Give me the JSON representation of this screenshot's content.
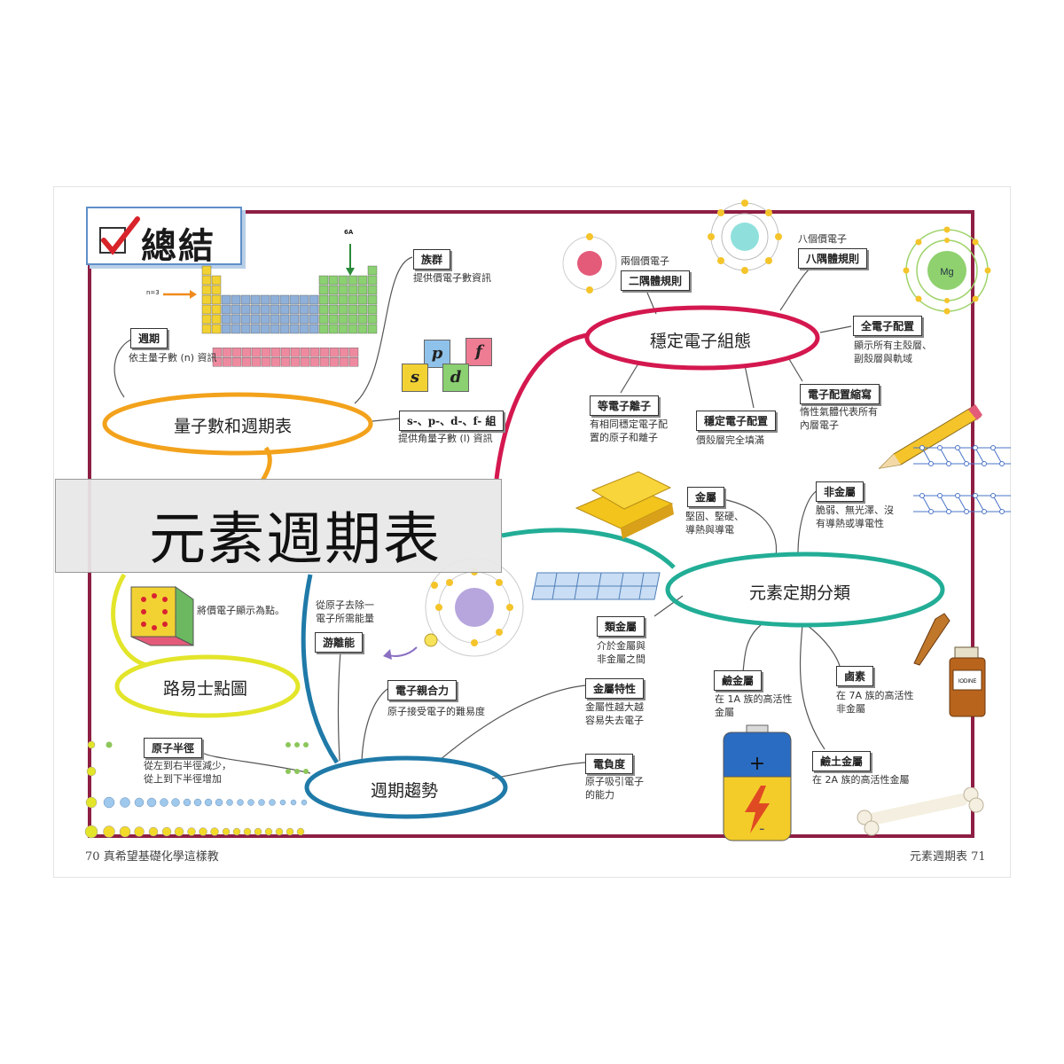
{
  "header": {
    "title": "總結"
  },
  "banner": {
    "title": "元素週期表"
  },
  "periodic_table": {
    "top_label": "6A",
    "row_label": "n=3"
  },
  "orbital_blocks": [
    "p",
    "f",
    "s",
    "d"
  ],
  "nodes": {
    "quantum": "量子數和週期表",
    "stable": "穩定電子組態",
    "classification": "元素定期分類",
    "lewis": "路易士點圖",
    "trends": "週期趨勢"
  },
  "tags": {
    "group": "族群",
    "period": "週期",
    "spdf": "s-、p-、d-、f- 組",
    "duet": "二隅體規則",
    "octet": "八隅體規則",
    "full_config": "全電子配置",
    "isoelectronic": "等電子離子",
    "stable_config": "穩定電子配置",
    "config_short": "電子配置縮寫",
    "metal": "金屬",
    "nonmetal": "非金屬",
    "metalloid": "類金屬",
    "alkali": "鹼金屬",
    "halogen": "鹵素",
    "alkaline_earth": "鹼土金屬",
    "ionization": "游離能",
    "affinity": "電子親合力",
    "metallic": "金屬特性",
    "electroneg": "電負度",
    "radius": "原子半徑"
  },
  "notes": {
    "group": "提供價電子數資訊",
    "period": "依主量子數 (n) 資訊",
    "spdf": "提供角量子數 (l) 資訊",
    "duet": "兩個價電子",
    "octet": "八個價電子",
    "full_config": "顯示所有主殼層、\n副殼層與軌域",
    "isoelectronic": "有相同穩定電子配\n置的原子和離子",
    "stable_config": "價殼層完全填滿",
    "config_short": "惰性氣體代表所有\n內層電子",
    "metal": "堅固、堅硬、\n導熱與導電",
    "nonmetal": "脆弱、無光澤、沒\n有導熱或導電性",
    "metalloid": "介於金屬與\n非金屬之間",
    "alkali": "在 1A 族的高活性\n金屬",
    "halogen": "在 7A 族的高活性\n非金屬",
    "alkaline_earth": "在 2A 族的高活性金屬",
    "lewis": "將價電子顯示為點。",
    "ionization": "從原子去除一\n電子所需能量",
    "affinity": "原子接受電子的難易度",
    "metallic": "金屬性越大越\n容易失去電子",
    "electroneg": "原子吸引電子\n的能力",
    "radius": "從左到右半徑減少，\n從上到下半徑增加"
  },
  "atoms": {
    "mg": "Mg"
  },
  "bottle": {
    "label": "IODINE"
  },
  "footer": {
    "left_page": "70",
    "left_title": "真希望基礎化學這樣教",
    "right_title": "元素週期表",
    "right_page": "71"
  },
  "colors": {
    "frame": "#8e1e43",
    "quantum": "#f3a21c",
    "stable": "#d4184f",
    "classification": "#22ad96",
    "lewis": "#e3e52a",
    "trends": "#1f7aa8",
    "check": "#d8232a"
  }
}
